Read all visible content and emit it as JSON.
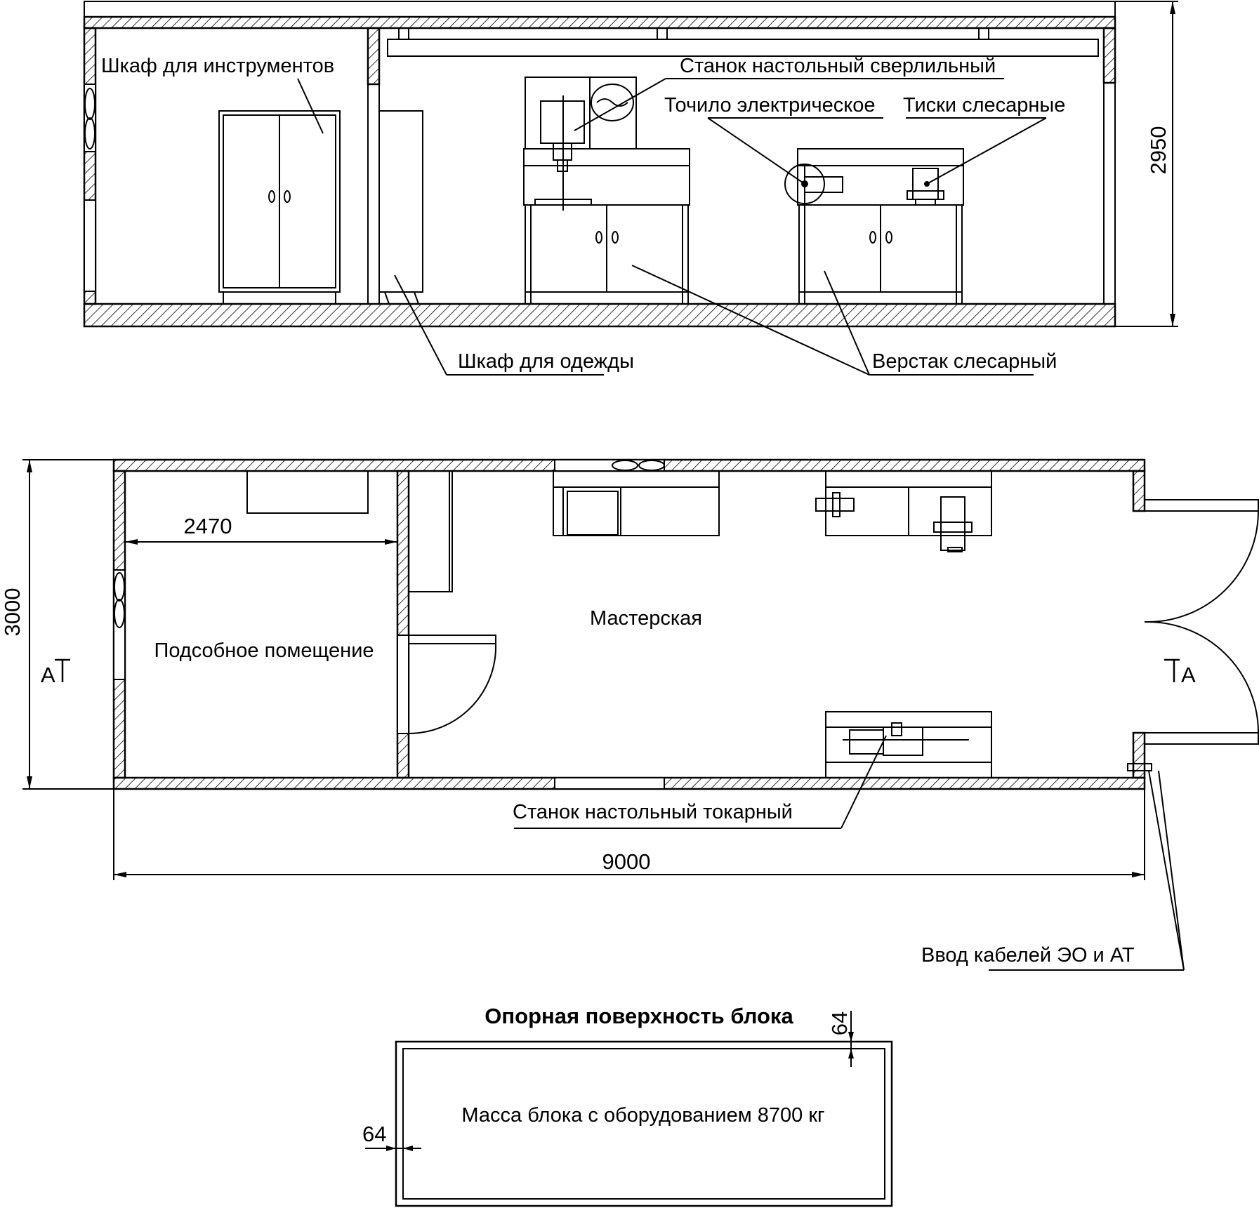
{
  "section": {
    "labels": {
      "tool_cabinet": "Шкаф для инструментов",
      "drill_press": "Станок настольный сверлильный",
      "grinder": "Точило электрическое",
      "vise": "Тиски слесарные",
      "clothes_cabinet": "Шкаф для одежды",
      "workbench": "Верстак слесарный"
    },
    "height_dim": "2950"
  },
  "plan": {
    "room_workshop": "Мастерская",
    "room_utility": "Подсобное помещение",
    "lathe": "Станок настольный токарный",
    "cable_entry": "Ввод кабелей ЭО и АТ",
    "dim_width": "9000",
    "dim_depth": "3000",
    "dim_utility": "2470",
    "section_mark": "А"
  },
  "base": {
    "title": "Опорная поверхность блока",
    "mass": "Масса блока с оборудованием 8700 кг",
    "offset_top": "64",
    "offset_left": "64"
  }
}
